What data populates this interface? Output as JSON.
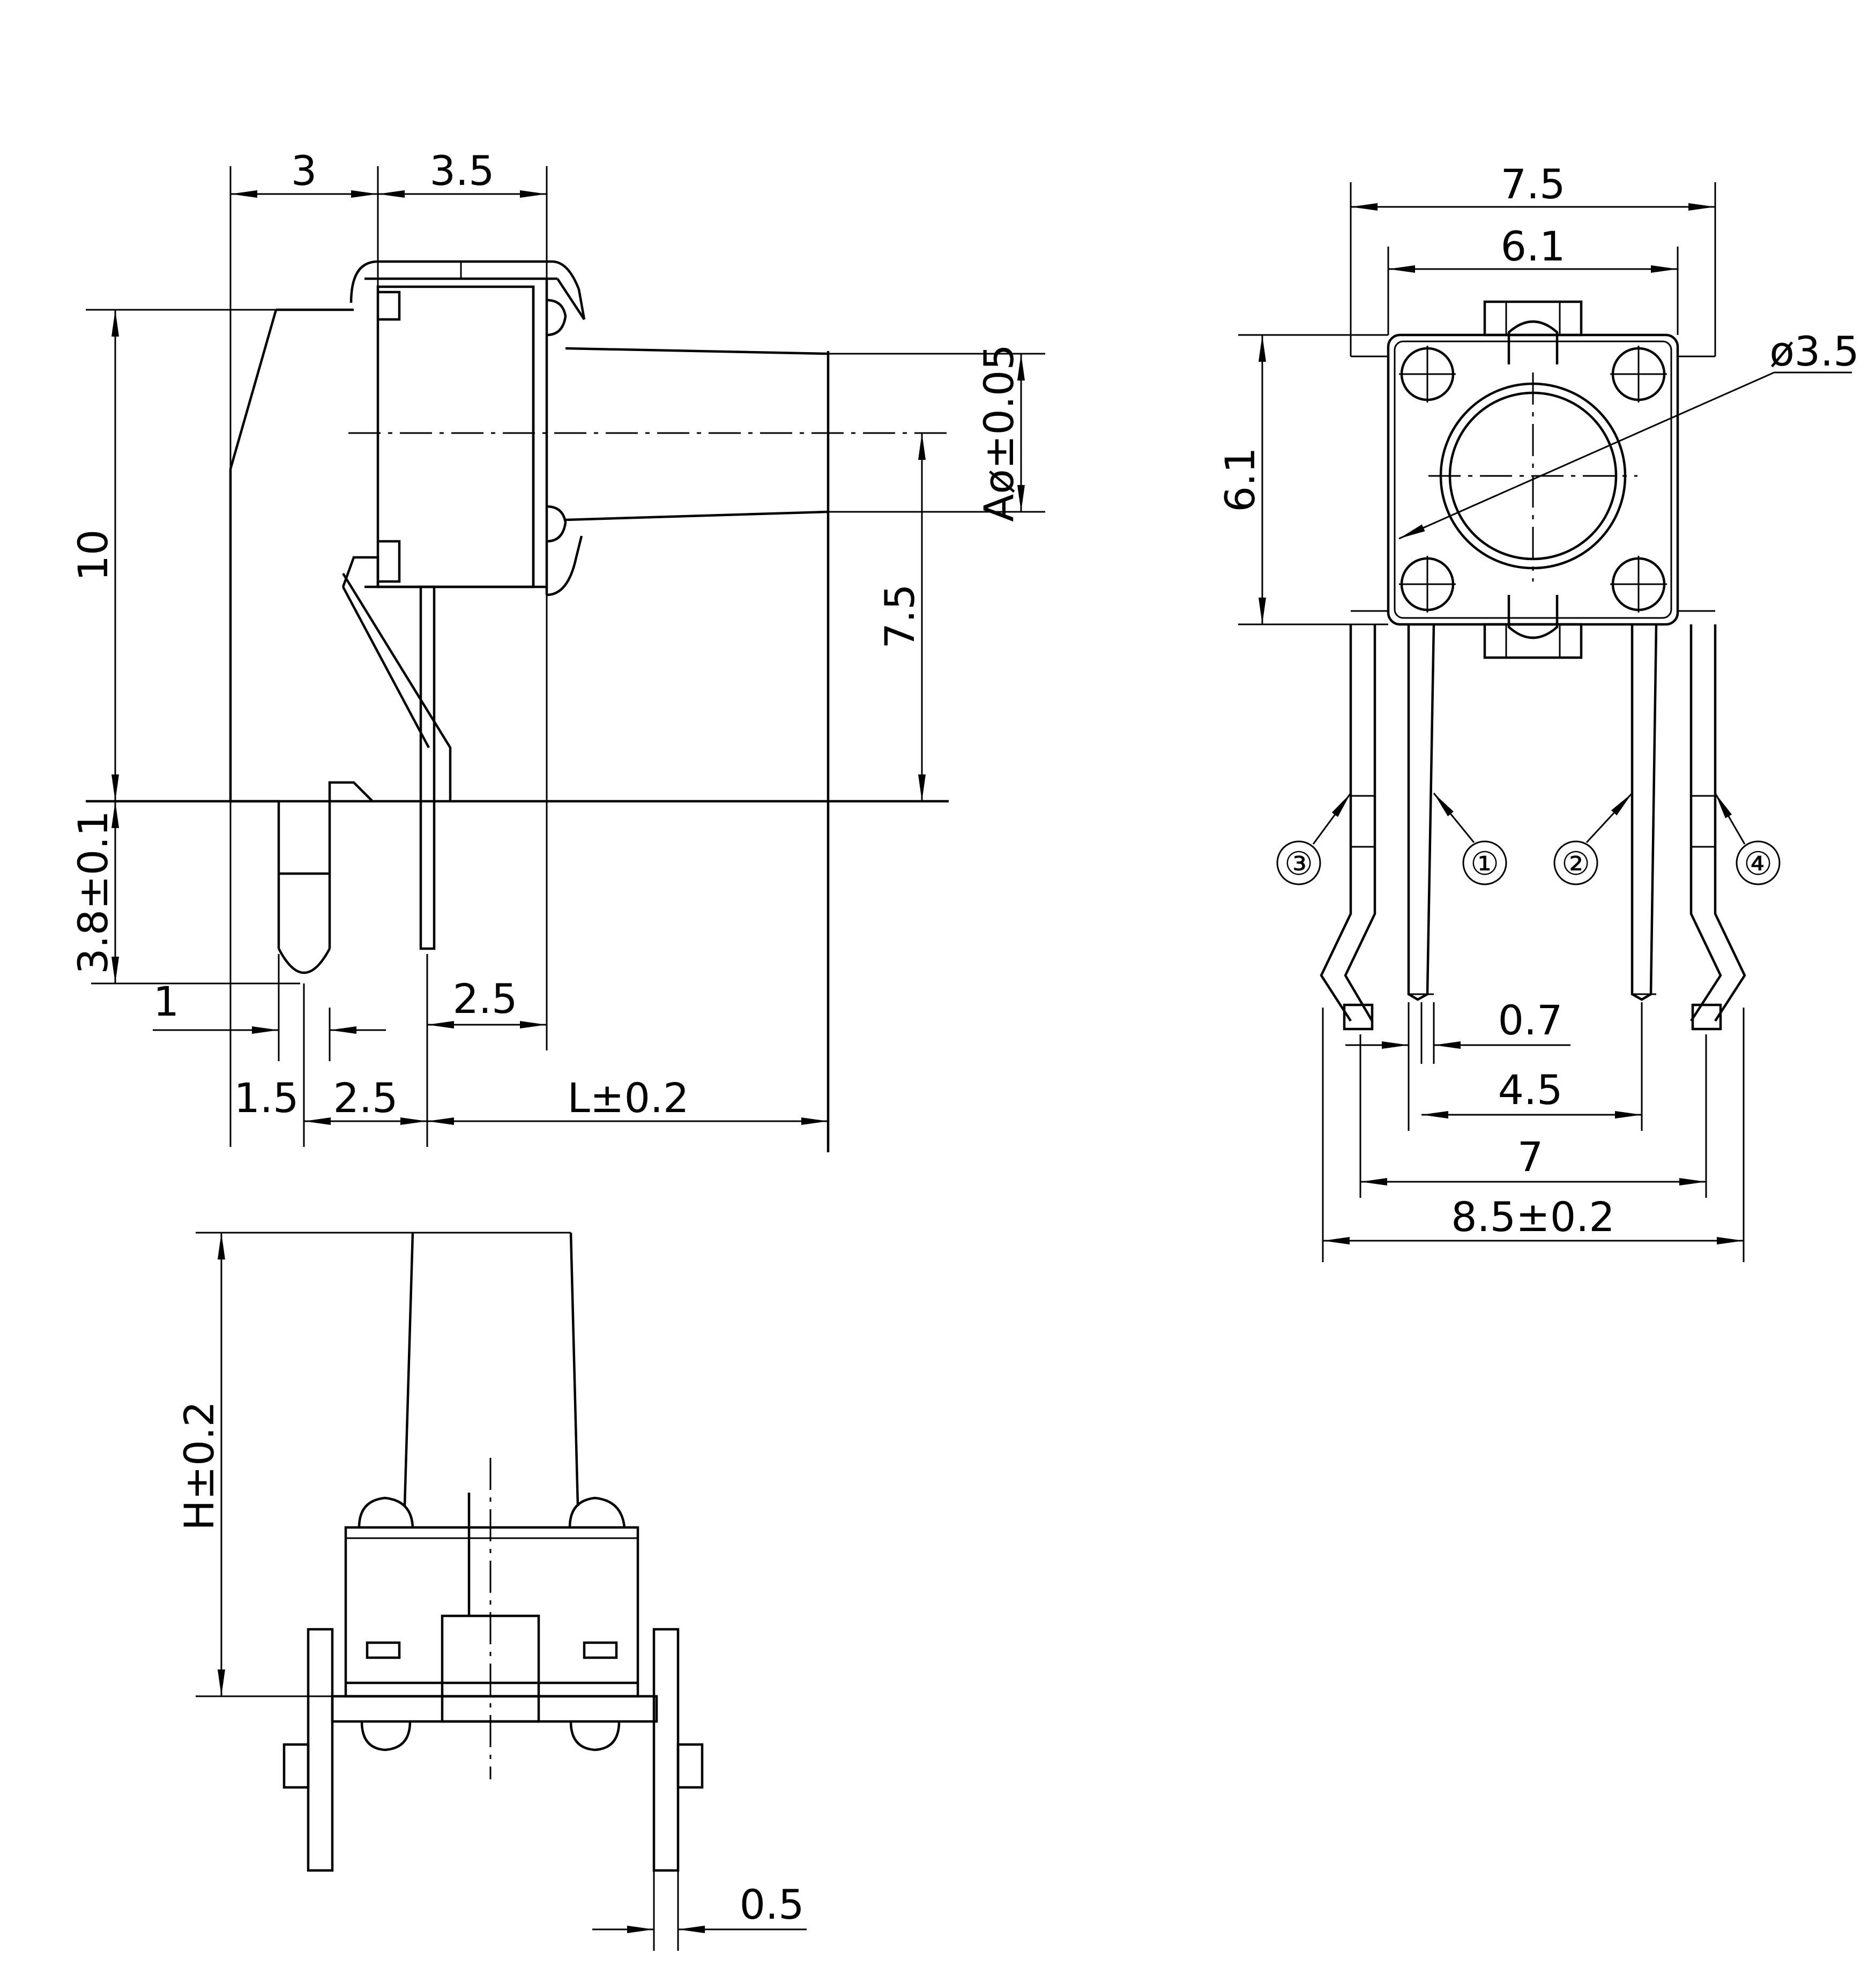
{
  "side_view": {
    "dims": {
      "width_3": "3",
      "width_3_5": "3.5",
      "height_10": "10",
      "stem_dia": "Aø±0.05",
      "height_7_5": "7.5",
      "pin_3_8": "3.8±0.1",
      "pin_1": "1",
      "pin_2_5_top": "2.5",
      "pin_1_5": "1.5",
      "pin_2_5_bottom": "2.5",
      "length_L": "L±0.2"
    }
  },
  "front_view": {
    "dims": {
      "width_7_5": "7.5",
      "width_6_1": "6.1",
      "height_6_1": "6.1",
      "button_dia": "ø3.5",
      "pin_0_7": "0.7",
      "pitch_4_5": "4.5",
      "pitch_7": "7",
      "overall_8_5": "8.5±0.2"
    },
    "pins": [
      "③",
      "①",
      "②",
      "④"
    ]
  },
  "bottom_view": {
    "dims": {
      "height_H": "H±0.2",
      "thickness_0_5": "0.5"
    }
  }
}
